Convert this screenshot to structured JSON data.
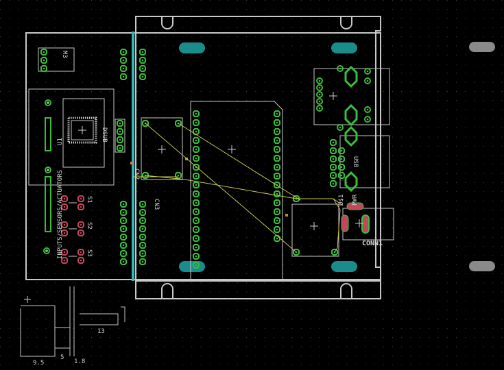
{
  "labels": {
    "m3": "M3",
    "u1": "U1",
    "dsub": "DSUB",
    "s1": "S1",
    "s2": "S2",
    "s3": "S3",
    "inputs": "INPUTS/SENSORS/ACTUATORS",
    "cn2": "CN2",
    "cn3": "CN3",
    "usb": "USB",
    "u1b": "U$1",
    "pwr": "PWR",
    "conn1": "CONN1",
    "dim13": "13",
    "dim95": "9.5",
    "dim5": "5",
    "dim18": "1.8"
  },
  "colors": {
    "background": "#000000",
    "grid_dot": "#4a4a4a",
    "outline": "#c8c8c8",
    "pad_green": "#3cbc3c",
    "pad_red": "#c0485a",
    "oblong_teal": "#1a8c8c",
    "oblong_gray": "#8a8a8a",
    "trace_yellow": "#c8c850",
    "connector_strip": "#38b4b4"
  }
}
